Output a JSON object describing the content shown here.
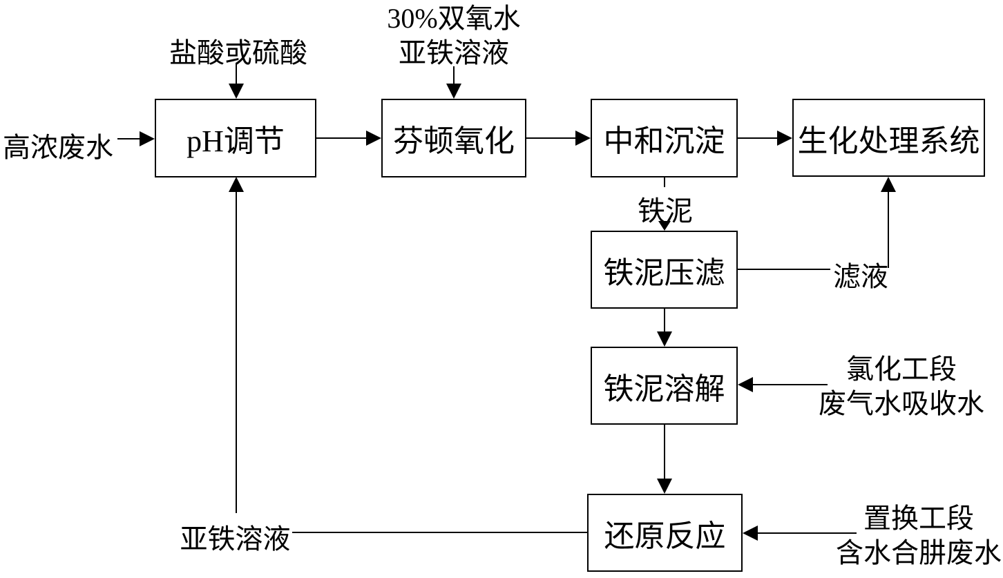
{
  "diagram": {
    "type": "process-flowchart",
    "language": "zh-CN",
    "colors": {
      "line": "#000000",
      "background": "#ffffff",
      "text": "#000000"
    },
    "nodes": {
      "ph": {
        "label": "pH调节"
      },
      "fenton": {
        "label": "芬顿氧化"
      },
      "neutral": {
        "label": "中和沉淀"
      },
      "bio": {
        "label": "生化处理系统"
      },
      "press": {
        "label": "铁泥压滤"
      },
      "dissolve": {
        "label": "铁泥溶解"
      },
      "reduction": {
        "label": "还原反应"
      }
    },
    "labels": {
      "influent": "高浓废水",
      "acid": "盐酸或硫酸",
      "peroxide_line1": "30%双氧水",
      "peroxide_line2": "亚铁溶液",
      "iron_mud": "铁泥",
      "filtrate": "滤液",
      "chlorination_line1": "氯化工段",
      "chlorination_line2": "废气水吸收水",
      "replacement_line1": "置换工段",
      "replacement_line2": "含水合肼废水",
      "ferrous_return": "亚铁溶液"
    },
    "edges": [
      "高浓废水 → pH调节",
      "盐酸或硫酸 → pH调节",
      "pH调节 → 芬顿氧化",
      "30%双氧水/亚铁溶液 → 芬顿氧化",
      "芬顿氧化 → 中和沉淀",
      "中和沉淀 → 生化处理系统",
      "中和沉淀 →(铁泥)→ 铁泥压滤",
      "铁泥压滤 →(滤液)→ 生化处理系统",
      "铁泥压滤 → 铁泥溶解",
      "氯化工段废气水吸收水 → 铁泥溶解",
      "铁泥溶解 → 还原反应",
      "置换工段含水合肼废水 → 还原反应",
      "还原反应 →(亚铁溶液)→ pH调节"
    ]
  }
}
